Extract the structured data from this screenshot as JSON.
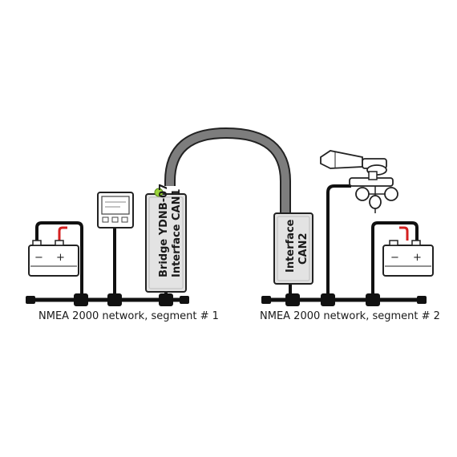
{
  "diagram": {
    "segment1_label": "NMEA 2000 network, segment # 1",
    "segment2_label": "NMEA 2000 network, segment # 2",
    "bridge": {
      "line1": "Bridge YDNB-07",
      "line2": "Interface CAN1"
    },
    "can2": {
      "line1": "Interface",
      "line2": "CAN2"
    },
    "battery_left": {
      "minus": "−",
      "plus": "+"
    },
    "battery_right": {
      "minus": "−",
      "plus": "+"
    },
    "colors": {
      "cable": "#111111",
      "bridge_cable": "#7d7d7d",
      "module_fill": "#e3e3e3",
      "led": "#9bd43a",
      "wire_red": "#d42020",
      "wire_black": "#111111"
    },
    "icons": [
      "battery-icon",
      "display-instrument-icon",
      "wind-sensor-icon",
      "led-indicator-icon"
    ]
  }
}
